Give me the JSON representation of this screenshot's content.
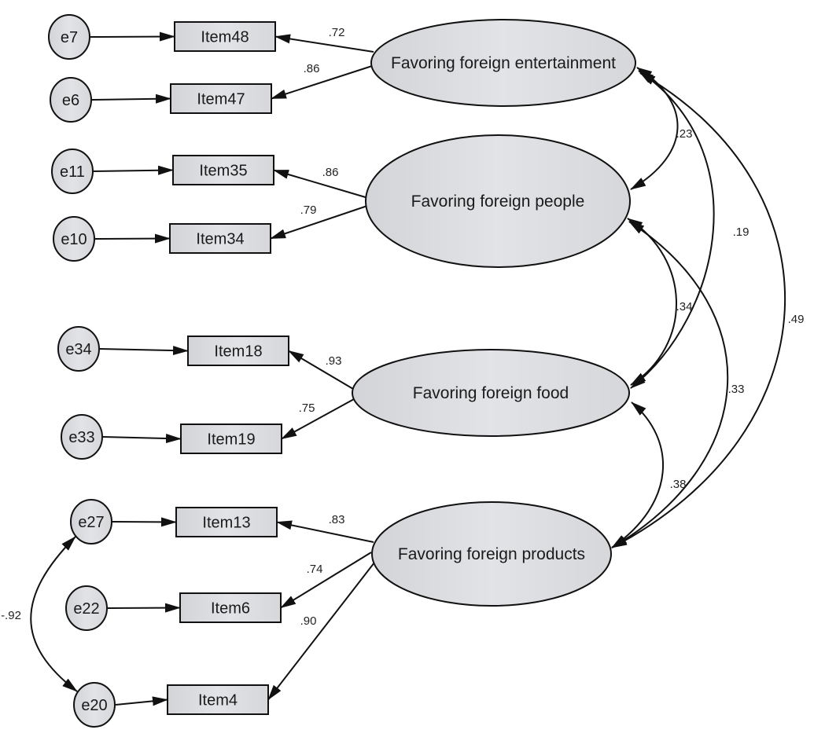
{
  "diagram": {
    "type": "confirmatory-factor-analysis",
    "fill_color": "#dcdde0",
    "stroke_color": "#111111",
    "latent_factors": [
      {
        "id": "ent",
        "label": "Favoring foreign entertainment"
      },
      {
        "id": "peo",
        "label": "Favoring foreign people"
      },
      {
        "id": "food",
        "label": "Favoring foreign food"
      },
      {
        "id": "prod",
        "label": "Favoring foreign products"
      }
    ],
    "observed_items": [
      {
        "id": "Item48",
        "label": "Item48",
        "factor": "ent",
        "error": "e7",
        "loading": ".72"
      },
      {
        "id": "Item47",
        "label": "Item47",
        "factor": "ent",
        "error": "e6",
        "loading": ".86"
      },
      {
        "id": "Item35",
        "label": "Item35",
        "factor": "peo",
        "error": "e11",
        "loading": ".86"
      },
      {
        "id": "Item34",
        "label": "Item34",
        "factor": "peo",
        "error": "e10",
        "loading": ".79"
      },
      {
        "id": "Item18",
        "label": "Item18",
        "factor": "food",
        "error": "e34",
        "loading": ".93"
      },
      {
        "id": "Item19",
        "label": "Item19",
        "factor": "food",
        "error": "e33",
        "loading": ".75"
      },
      {
        "id": "Item13",
        "label": "Item13",
        "factor": "prod",
        "error": "e27",
        "loading": ".83"
      },
      {
        "id": "Item6",
        "label": "Item6",
        "factor": "prod",
        "error": "e22",
        "loading": ".74"
      },
      {
        "id": "Item4",
        "label": "Item4",
        "factor": "prod",
        "error": "e20",
        "loading": ".90"
      }
    ],
    "error_terms": [
      "e7",
      "e6",
      "e11",
      "e10",
      "e34",
      "e33",
      "e27",
      "e22",
      "e20"
    ],
    "factor_correlations": [
      {
        "from": "ent",
        "to": "peo",
        "value": ".23"
      },
      {
        "from": "ent",
        "to": "food",
        "value": ".19"
      },
      {
        "from": "ent",
        "to": "prod",
        "value": ".49"
      },
      {
        "from": "peo",
        "to": "food",
        "value": ".34"
      },
      {
        "from": "peo",
        "to": "prod",
        "value": ".33"
      },
      {
        "from": "food",
        "to": "prod",
        "value": ".38"
      }
    ],
    "error_correlations": [
      {
        "from": "e27",
        "to": "e20",
        "value": "-.92"
      }
    ]
  }
}
